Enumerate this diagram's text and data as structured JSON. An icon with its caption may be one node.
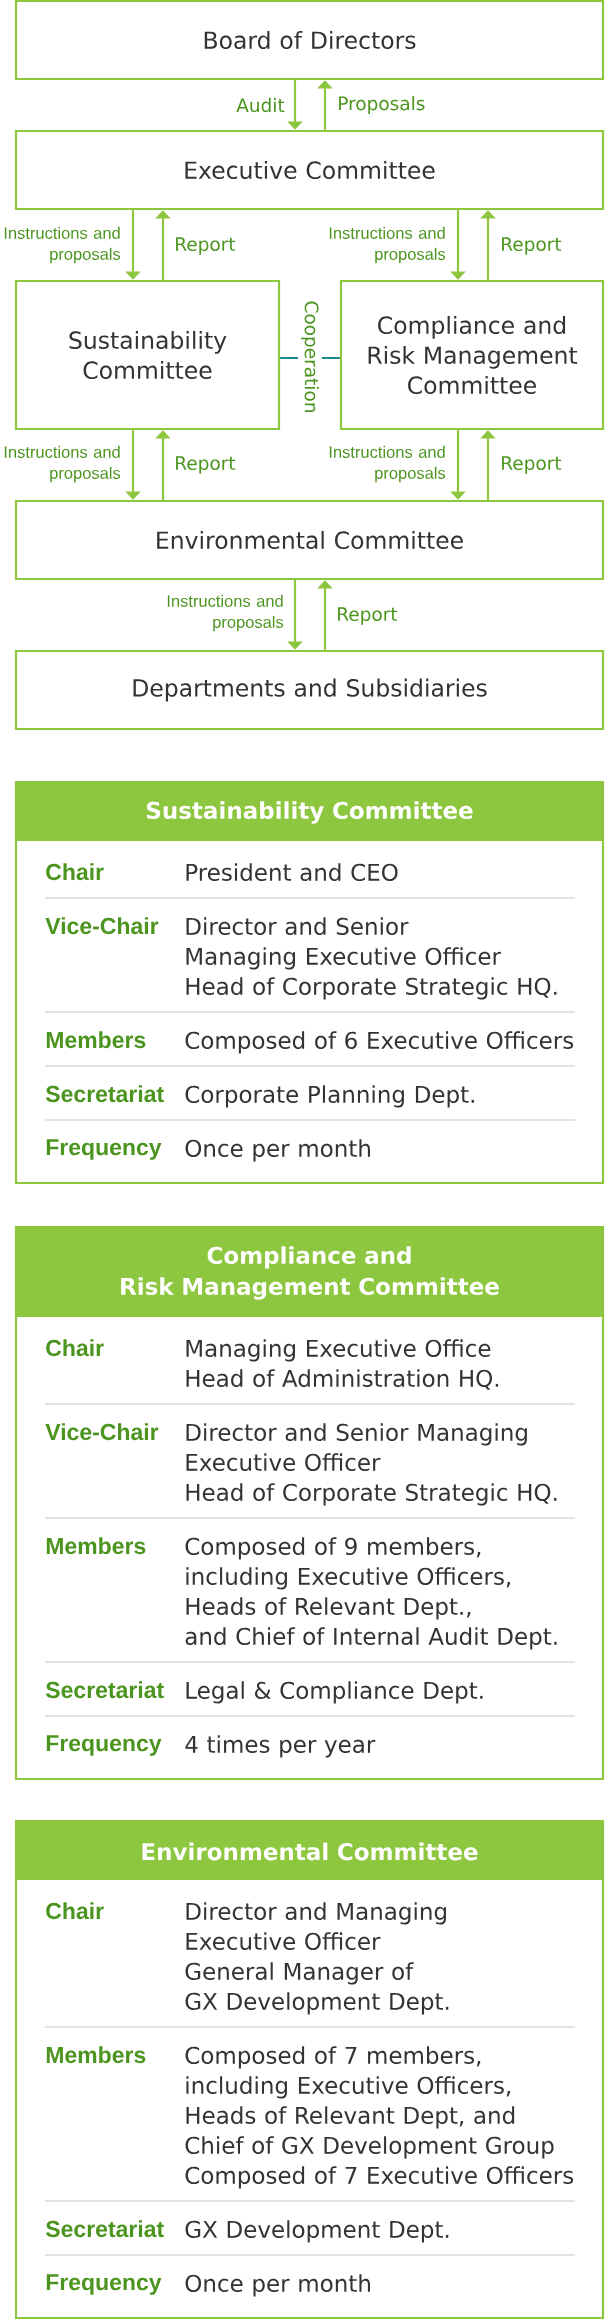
{
  "diagram": {
    "nodes": [
      {
        "text": [
          "Board of Directors"
        ]
      },
      {
        "text": [
          "Executive Committee"
        ]
      },
      {
        "text": [
          "Sustainability Committee"
        ]
      },
      {
        "text": [
          "Compliance and Risk Management Committee"
        ]
      },
      {
        "text": [
          "Environmental Committee"
        ]
      },
      {
        "text": [
          "Departments and Subsidiaries"
        ]
      },
      {
        "text": [
          "Sustainability Committee",
          "Chair",
          "President and CEO",
          "Vice-Chair",
          "Director and Senior Managing Executive Officer Head of Corporate Strategic HQ.",
          "Members",
          "Composed of 6 Executive Officers",
          "Secretariat",
          "Corporate Planning Dept.",
          "Frequency",
          "Once per month"
        ]
      },
      {
        "text": [
          "Compliance and Risk Management Committee",
          "Chair",
          "Managing Executive Office Head of Administration HQ.",
          "Vice-Chair",
          "Director and Senior Managing Executive Officer Head of Corporate Strategic HQ.",
          "Members",
          "Composed of 9 members, including Executive Officers, Heads of Relevant Dept., and Chief of Internal Audit Dept.",
          "Secretariat",
          "Legal & Compliance Dept.",
          "Frequency",
          "4 times per year"
        ]
      },
      {
        "text": [
          "Environmental Committee",
          "Chair",
          "Director and Managing Executive Officer General Manager of GX Development Dept.",
          "Members",
          "Composed of 7 members, including Executive Officers, Heads of Relevant Dept, and Chief of GX Development Group Composed of 7 Executive Officers",
          "Secretariat",
          "GX Development Dept.",
          "Frequency",
          "Once per month"
        ]
      }
    ],
    "edges": [
      {
        "from": 0,
        "to": 1,
        "arrow": "to",
        "label": "Audit"
      },
      {
        "from": 1,
        "to": 0,
        "arrow": "to",
        "label": "Proposals"
      },
      {
        "from": 1,
        "to": 2,
        "arrow": "to",
        "label": "Instructions and proposals"
      },
      {
        "from": 2,
        "to": 1,
        "arrow": "to",
        "label": "Report"
      },
      {
        "from": 1,
        "to": 3,
        "arrow": "to",
        "label": "Instructions and proposals"
      },
      {
        "from": 3,
        "to": 1,
        "arrow": "to",
        "label": "Report"
      },
      {
        "from": 2,
        "to": 3,
        "arrow": "none",
        "label": "Cooperation",
        "color": "#1a8a8e"
      },
      {
        "from": 2,
        "to": 4,
        "arrow": "to",
        "label": "Instructions and proposals"
      },
      {
        "from": 4,
        "to": 2,
        "arrow": "to",
        "label": "Report"
      },
      {
        "from": 3,
        "to": 4,
        "arrow": "to",
        "label": "Instructions and proposals"
      },
      {
        "from": 4,
        "to": 3,
        "arrow": "to",
        "label": "Report"
      },
      {
        "from": 4,
        "to": 5,
        "arrow": "to",
        "label": "Instructions and proposals"
      },
      {
        "from": 5,
        "to": 4,
        "arrow": "to",
        "label": "Report"
      }
    ]
  }
}
